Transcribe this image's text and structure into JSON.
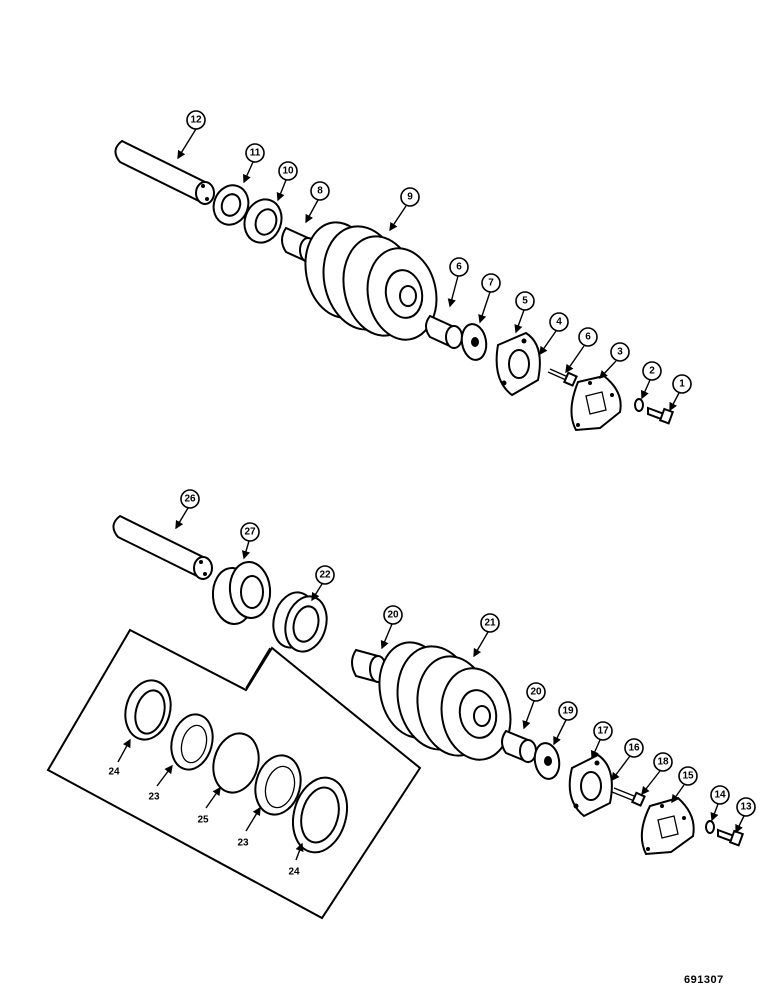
{
  "figure": {
    "reference_code": "691307",
    "callouts_upper": [
      "1",
      "2",
      "3",
      "4",
      "5",
      "6",
      "7",
      "8",
      "9",
      "10",
      "11",
      "12"
    ],
    "callouts_lower": [
      "13",
      "14",
      "15",
      "16",
      "17",
      "18",
      "19",
      "20",
      "20",
      "21",
      "22",
      "26",
      "27"
    ],
    "inset_labels": [
      "24",
      "23",
      "25",
      "23",
      "24"
    ]
  }
}
